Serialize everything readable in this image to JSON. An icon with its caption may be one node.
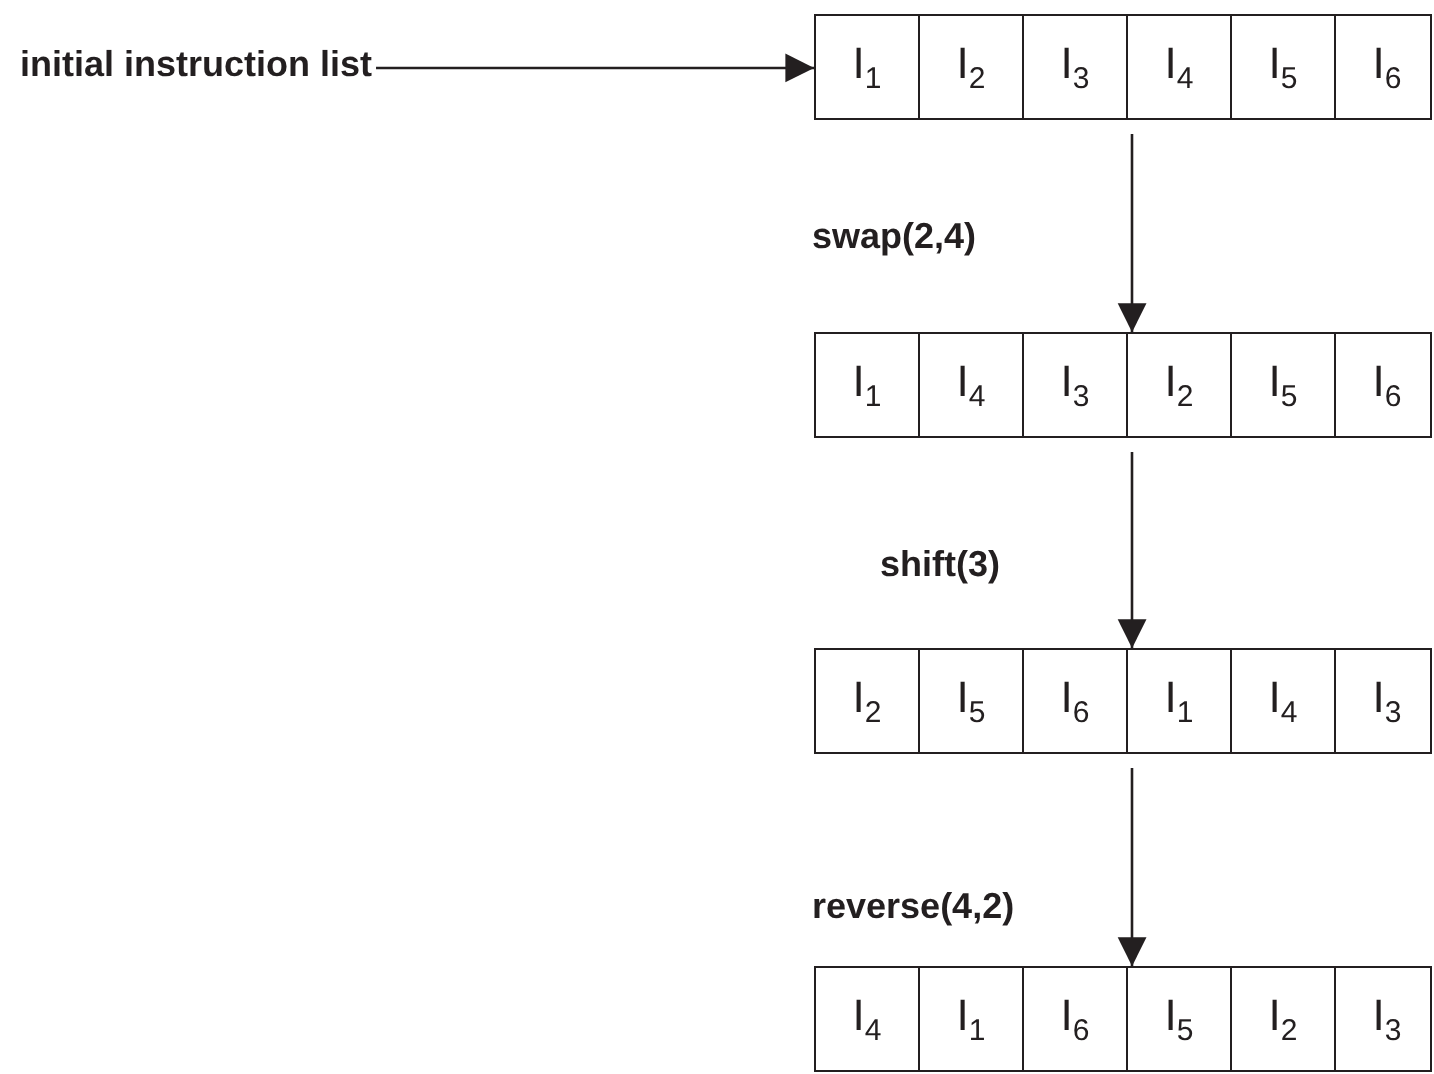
{
  "diagram": {
    "nodes": [
      {
        "text": [
          "initial instruction list"
        ]
      },
      {
        "text": [],
        "shape": "box"
      },
      {
        "text": [
          "I$_{1}$"
        ],
        "in": 1
      },
      {
        "text": [
          "I$_{2}$"
        ],
        "in": 1
      },
      {
        "text": [
          "I$_{3}$"
        ],
        "in": 1
      },
      {
        "text": [
          "I$_{4}$"
        ],
        "in": 1
      },
      {
        "text": [
          "I$_{5}$"
        ],
        "in": 1
      },
      {
        "text": [
          "I$_{6}$"
        ],
        "in": 1
      },
      {
        "text": [],
        "shape": "box"
      },
      {
        "text": [
          "I$_{1}$"
        ],
        "in": 8
      },
      {
        "text": [
          "I$_{4}$"
        ],
        "in": 8
      },
      {
        "text": [
          "I$_{3}$"
        ],
        "in": 8
      },
      {
        "text": [
          "I$_{2}$"
        ],
        "in": 8
      },
      {
        "text": [
          "I$_{5}$"
        ],
        "in": 8
      },
      {
        "text": [
          "I$_{6}$"
        ],
        "in": 8
      },
      {
        "text": [],
        "shape": "box"
      },
      {
        "text": [
          "I$_{2}$"
        ],
        "in": 15
      },
      {
        "text": [
          "I$_{5}$"
        ],
        "in": 15
      },
      {
        "text": [
          "I$_{6}$"
        ],
        "in": 15
      },
      {
        "text": [
          "I$_{1}$"
        ],
        "in": 15
      },
      {
        "text": [
          "I$_{4}$"
        ],
        "in": 15
      },
      {
        "text": [
          "I$_{3}$"
        ],
        "in": 15
      },
      {
        "text": [],
        "shape": "box"
      },
      {
        "text": [
          "I$_{4}$"
        ],
        "in": 22
      },
      {
        "text": [
          "I$_{1}$"
        ],
        "in": 22
      },
      {
        "text": [
          "I$_{6}$"
        ],
        "in": 22
      },
      {
        "text": [
          "I$_{5}$"
        ],
        "in": 22
      },
      {
        "text": [
          "I$_{2}$"
        ],
        "in": 22
      },
      {
        "text": [
          "I$_{3}$"
        ],
        "in": 22
      }
    ],
    "edges": [
      {
        "from": 0,
        "to": 1,
        "arrow": "to"
      },
      {
        "from": 1,
        "to": 8,
        "arrow": "to",
        "label": "swap(2,4)"
      },
      {
        "from": 8,
        "to": 15,
        "arrow": "to",
        "label": "shift(3)"
      },
      {
        "from": 15,
        "to": 22,
        "arrow": "to",
        "label": "reverse(4,2)"
      }
    ]
  }
}
